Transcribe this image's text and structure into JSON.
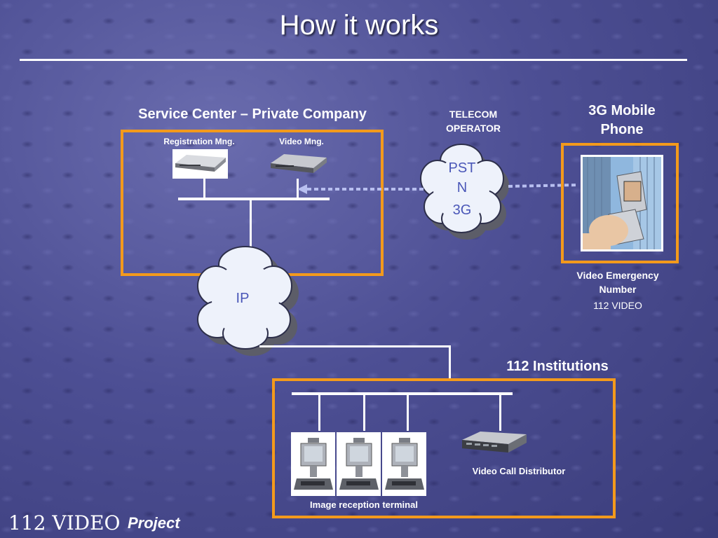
{
  "slide": {
    "title": "How it works",
    "footer_main": "112 VIDEO",
    "footer_sub": "Project"
  },
  "service_center": {
    "heading": "Service Center – Private Company",
    "registration_label": "Registration Mng.",
    "video_label": "Video Mng."
  },
  "telecom": {
    "heading": "TELECOM OPERATOR",
    "cloud_line1": "PST",
    "cloud_line2": "N",
    "cloud_line3": "3G"
  },
  "mobile": {
    "heading": "3G Mobile Phone",
    "number_label": "Video Emergency Number",
    "number_value": "112 VIDEO"
  },
  "ip_network": {
    "cloud_label": "IP"
  },
  "institutions": {
    "heading": "112 Institutions",
    "terminal_label": "Image reception terminal",
    "distributor_label": "Video Call Distributor"
  },
  "colors": {
    "accent_box": "#f39a1c",
    "cloud_text": "#4a57b8",
    "dashed_link": "#b8bff0"
  }
}
